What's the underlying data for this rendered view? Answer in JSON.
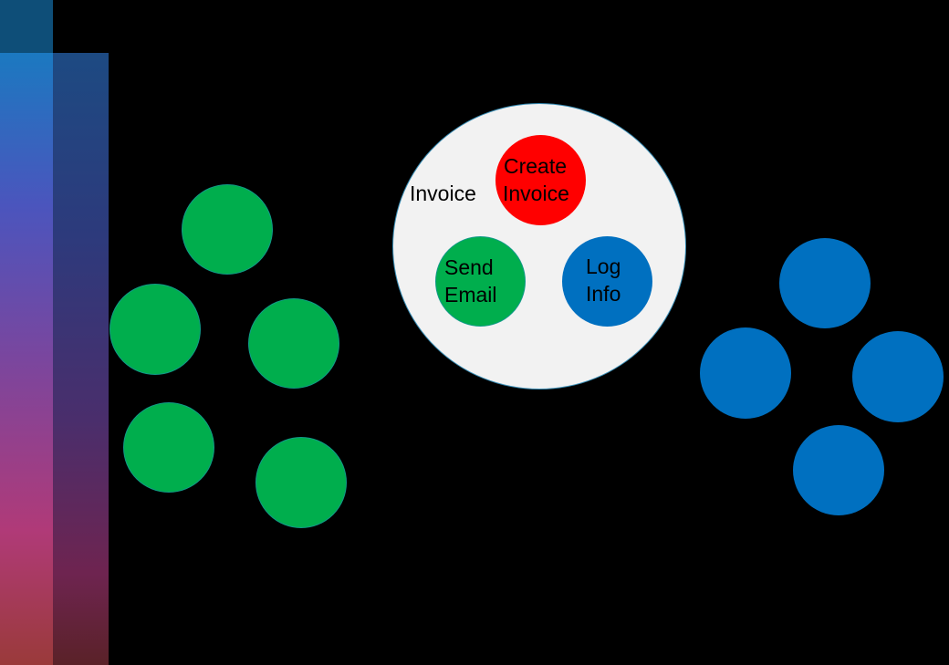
{
  "colors": {
    "background": "#000000",
    "green": "#00ae4d",
    "blue": "#0070c0",
    "red": "#ff0000",
    "group_fill": "#f2f2f2"
  },
  "group": {
    "label": "Invoice",
    "nodes": [
      {
        "lines": [
          "Create",
          "Invoice"
        ],
        "color": "red"
      },
      {
        "lines": [
          "Send",
          "Email"
        ],
        "color": "green"
      },
      {
        "lines": [
          "Log",
          "Info"
        ],
        "color": "blue"
      }
    ]
  }
}
